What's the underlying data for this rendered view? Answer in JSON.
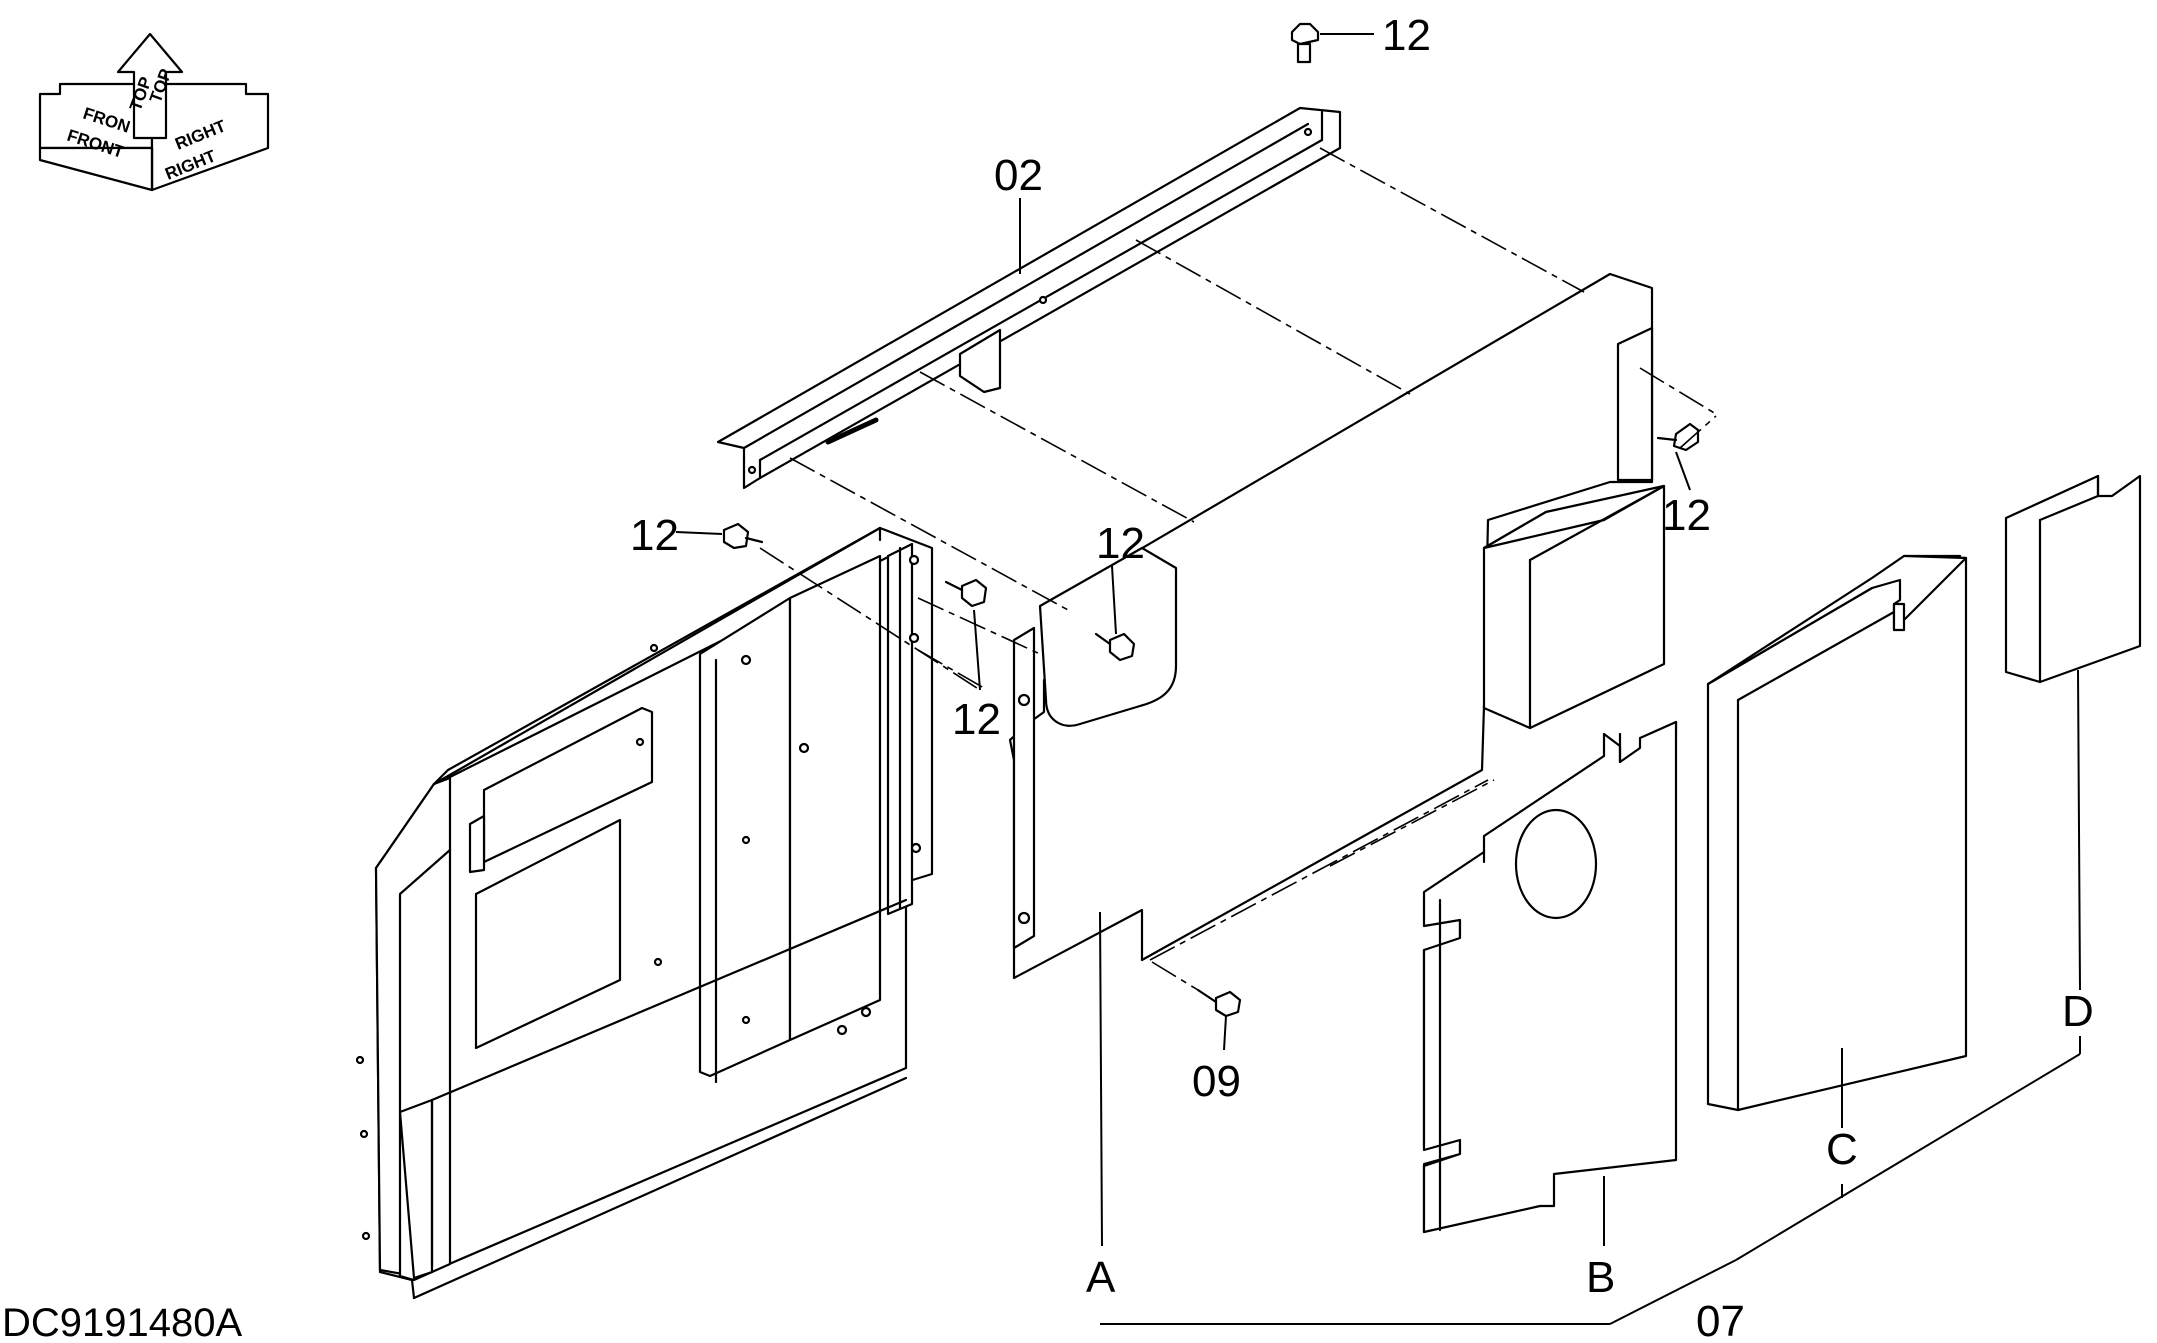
{
  "drawing_id": "DC9191480A",
  "orientation": {
    "top": "TOP",
    "front": "FRONT",
    "right": "RIGHT",
    "front_partial": "FRON",
    "top_partial": "TOP",
    "right_partial": "RIGHT"
  },
  "callouts": {
    "p12_top": "12",
    "p12_right": "12",
    "p12_left": "12",
    "p12_mid": "12",
    "p12_lower": "12",
    "p09": "09",
    "p02": "02",
    "p07": "07",
    "pA": "A",
    "pB": "B",
    "pC": "C",
    "pD": "D"
  },
  "colors": {
    "line": "#000000",
    "fill": "#ffffff"
  }
}
